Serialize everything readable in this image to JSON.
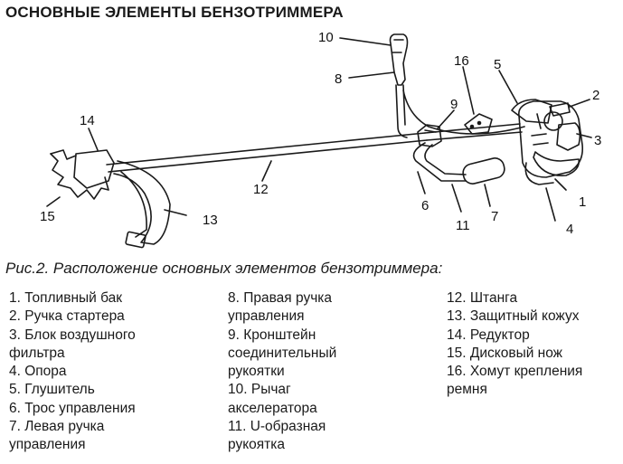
{
  "title": "ОСНОВНЫЕ ЭЛЕМЕНТЫ БЕНЗОТРИММЕРА",
  "caption": "Рис.2. Расположение основных элементов бензотриммера:",
  "callouts": [
    "10",
    "8",
    "16",
    "5",
    "9",
    "2",
    "14",
    "3",
    "12",
    "6",
    "1",
    "15",
    "13",
    "11",
    "7",
    "4"
  ],
  "legend": {
    "col1": [
      "1. Топливный бак",
      "2. Ручка стартера",
      "3. Блок воздушного",
      "фильтра",
      "4. Опора",
      "5. Глушитель",
      "6. Трос управления",
      "7. Левая ручка",
      "управления"
    ],
    "col2": [
      "8. Правая ручка",
      "управления",
      "9. Кронштейн",
      "соединительный",
      "рукоятки",
      "10. Рычаг",
      "акселератора",
      "11. U-образная",
      "рукоятка"
    ],
    "col3": [
      "12. Штанга",
      "13. Защитный кожух",
      "14. Редуктор",
      "15. Дисковый нож",
      "16. Хомут крепления",
      "ремня"
    ]
  }
}
